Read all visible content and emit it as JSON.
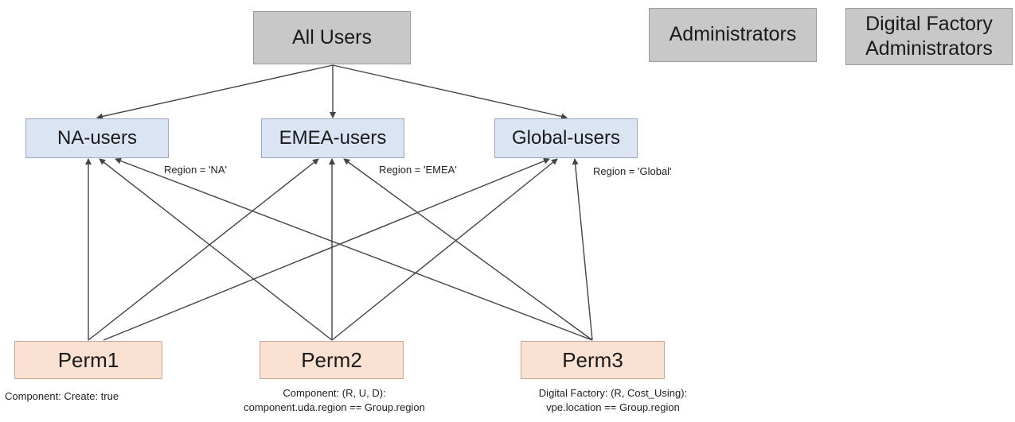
{
  "nodes": {
    "all_users": "All Users",
    "administrators": "Administrators",
    "df_admin_line1": "Digital Factory",
    "df_admin_line2": "Administrators",
    "na_users": "NA-users",
    "emea_users": "EMEA-users",
    "global_users": "Global-users",
    "perm1": "Perm1",
    "perm2": "Perm2",
    "perm3": "Perm3"
  },
  "conditions": {
    "na": "Region = 'NA'",
    "emea": "Region = 'EMEA'",
    "global": "Region = 'Global'"
  },
  "perm_notes": {
    "perm1": "Component: Create: true",
    "perm2_line1": "Component: (R, U, D):",
    "perm2_line2": "component.uda.region == Group.region",
    "perm3_line1": "Digital Factory: (R, Cost_Using):",
    "perm3_line2": "vpe.location == Group.region"
  },
  "colors": {
    "group_gray": "#c8c8c8",
    "region_blue": "#dbe4f3",
    "perm_orange": "#fbe1d2",
    "edge": "#444444"
  }
}
